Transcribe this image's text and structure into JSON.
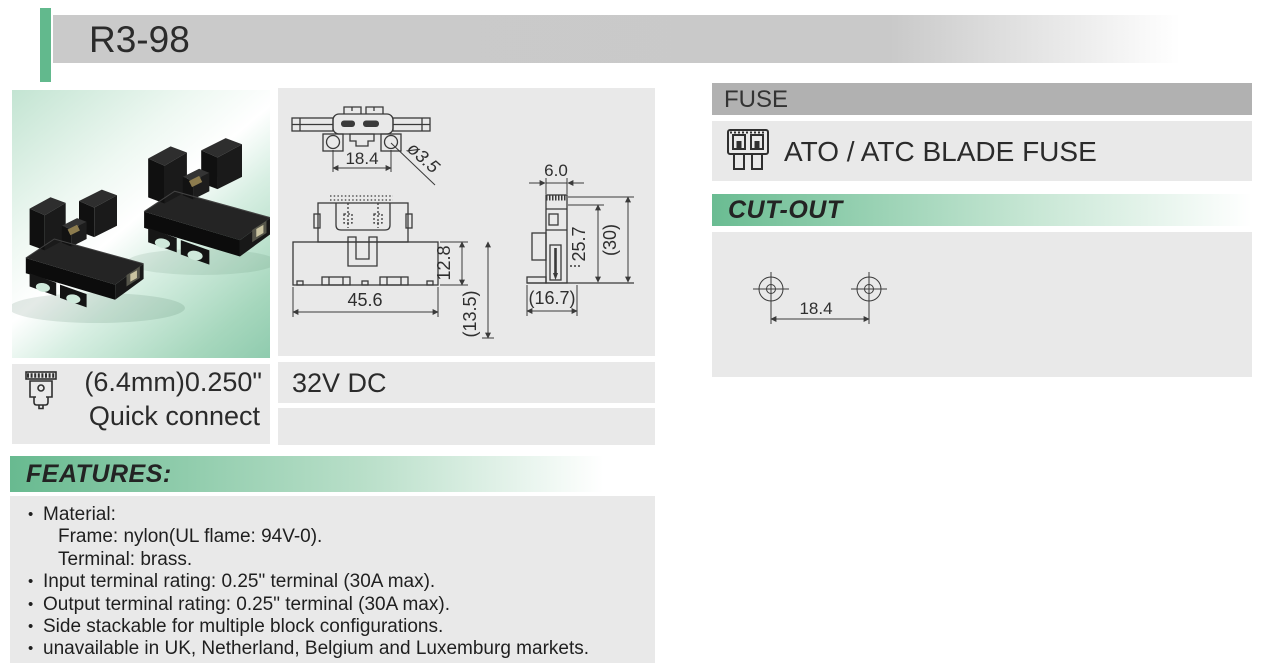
{
  "header": {
    "title": "R3-98"
  },
  "colors": {
    "accent_green": "#62b98d",
    "section_bar_gray": "#b1b1b1",
    "panel_gray": "#e9e9e9"
  },
  "photo": {
    "description": "Two black ATO blade fuse holder blocks"
  },
  "fuse_section": {
    "header": "FUSE",
    "fuse_type": "ATO / ATC BLADE FUSE",
    "icon": "blade-fuse-icon"
  },
  "cutout_section": {
    "header": "CUT-OUT",
    "hole_spacing": "18.4"
  },
  "terminal": {
    "icon": "quick-connect-terminal-icon",
    "size": "(6.4mm)0.250\"",
    "type": "Quick connect"
  },
  "rating": {
    "voltage": "32V DC"
  },
  "drawings": {
    "top_view": {
      "hole_spacing": "18.4",
      "hole_diameter": "ø3.5"
    },
    "front_view": {
      "width": "45.6",
      "body_height": "12.8",
      "overall_height": "(13.5)"
    },
    "side_view": {
      "top_width": "6.0",
      "height": "25.7",
      "overall_height": "(30)",
      "depth": "(16.7)"
    }
  },
  "features": {
    "header": "FEATURES:",
    "items": [
      {
        "bullet": true,
        "indent": false,
        "text": "Material:"
      },
      {
        "bullet": false,
        "indent": true,
        "text": "Frame: nylon(UL flame: 94V-0)."
      },
      {
        "bullet": false,
        "indent": true,
        "text": "Terminal: brass."
      },
      {
        "bullet": true,
        "indent": false,
        "text": "Input terminal rating: 0.25\" terminal (30A max)."
      },
      {
        "bullet": true,
        "indent": false,
        "text": "Output terminal rating: 0.25\" terminal (30A max)."
      },
      {
        "bullet": true,
        "indent": false,
        "text": "Side stackable for multiple block configurations."
      },
      {
        "bullet": true,
        "indent": false,
        "text": "unavailable in UK, Netherland, Belgium and Luxemburg markets."
      }
    ]
  }
}
